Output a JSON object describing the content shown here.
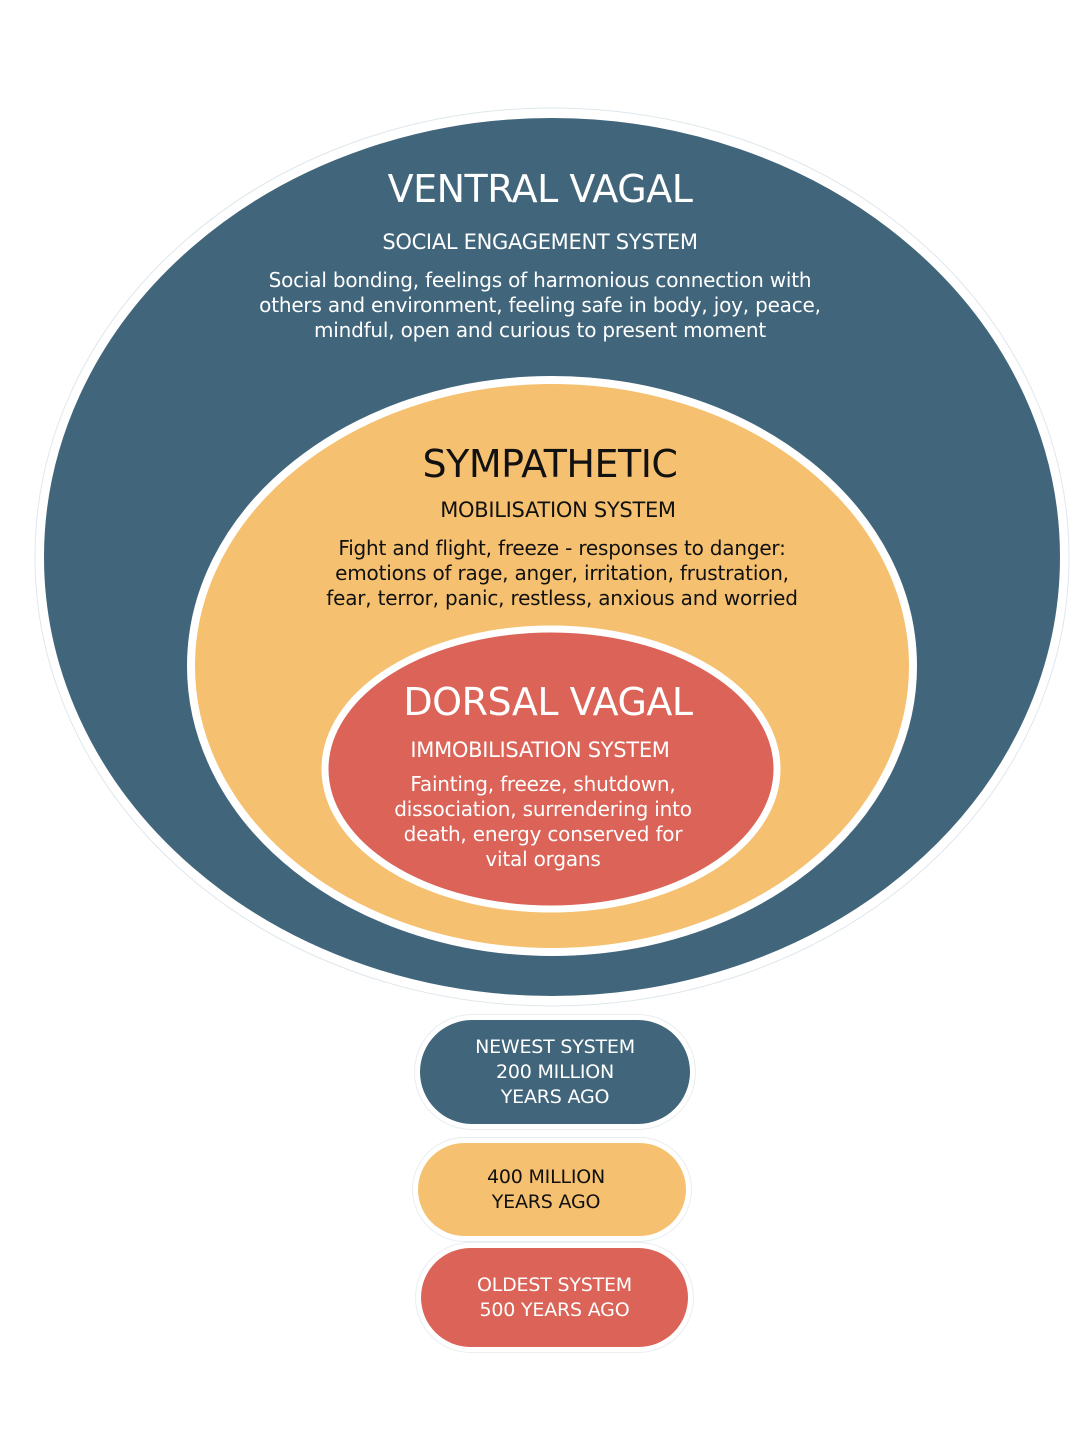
{
  "colors": {
    "ventral": "#41667b",
    "sympathetic": "#f5c06f",
    "dorsal": "#db6357",
    "light_text": "#ffffff",
    "dark_text": "#111111"
  },
  "systems": [
    {
      "id": "ventral",
      "title": "VENTRAL VAGAL",
      "subtitle": "SOCIAL ENGAGEMENT SYSTEM",
      "description_lines": [
        "Social bonding, feelings of harmonious connection with",
        "others and environment, feeling safe in body, joy, peace,",
        "mindful, open and curious to present moment"
      ]
    },
    {
      "id": "sympathetic",
      "title": "SYMPATHETIC",
      "subtitle": "MOBILISATION SYSTEM",
      "description_lines": [
        "Fight and flight, freeze - responses to danger:",
        "emotions of rage, anger, irritation, frustration,",
        "fear, terror, panic, restless, anxious and worried"
      ]
    },
    {
      "id": "dorsal",
      "title": "DORSAL VAGAL",
      "subtitle": "IMMOBILISATION SYSTEM",
      "description_lines": [
        "Fainting, freeze, shutdown,",
        "dissociation, surrendering into",
        "death, energy conserved for",
        "vital organs"
      ]
    }
  ],
  "timeline": [
    {
      "id": "ventral",
      "lines": [
        "NEWEST SYSTEM",
        "200 MILLION",
        "YEARS AGO"
      ]
    },
    {
      "id": "sympathetic",
      "lines": [
        "400 MILLION",
        "YEARS AGO"
      ]
    },
    {
      "id": "dorsal",
      "lines": [
        "OLDEST SYSTEM",
        "500 YEARS AGO"
      ]
    }
  ]
}
